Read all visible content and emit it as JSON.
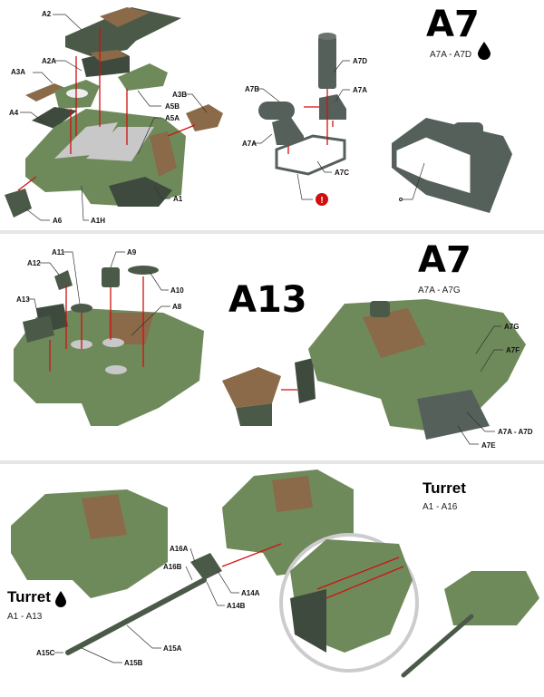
{
  "step1": {
    "labels": [
      "A2",
      "A2A",
      "A3A",
      "A4",
      "A5B",
      "A5A",
      "A3B",
      "A1",
      "A6",
      "A1H"
    ],
    "sub_labels": [
      "A7B",
      "A7A",
      "A7D",
      "A7A",
      "A7C"
    ],
    "title": "A7",
    "subtitle": "A7A - A7D",
    "warning_glyph": "!"
  },
  "step2": {
    "labels": [
      "A11",
      "A9",
      "A12",
      "A10",
      "A13",
      "A8"
    ],
    "big_title": "A13",
    "title": "A7",
    "subtitle": "A7A - A7G",
    "right_labels": [
      "A7G",
      "A7F",
      "A7A - A7D",
      "A7E"
    ]
  },
  "step3": {
    "title": "Turret",
    "subtitle": "A1 - A16",
    "left_title": "Turret",
    "left_subtitle": "A1 - A13",
    "labels": [
      "A16A",
      "A16B",
      "A14A",
      "A14B",
      "A15A",
      "A15C",
      "A15B"
    ]
  },
  "colors": {
    "arrow": "#d01010",
    "divider": "#e6e6e6",
    "dark_green": "#4b5a48",
    "brown": "#8a6a48"
  },
  "icons": [
    "glue-drop-icon",
    "warning-icon"
  ]
}
